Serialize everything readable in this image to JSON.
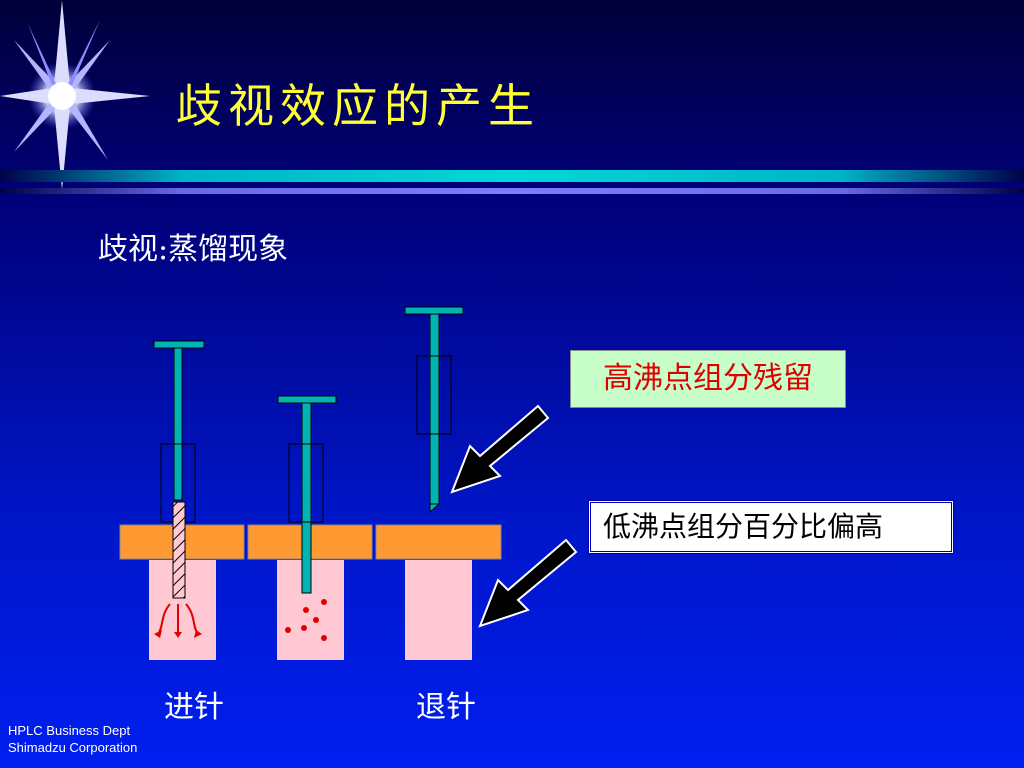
{
  "slide": {
    "title": "歧视效应的产生",
    "subtitle": "歧视:蒸馏现象",
    "label_high_boiling": "高沸点组分残留",
    "label_low_boiling": "低沸点组分百分比偏高",
    "caption_inject": "进针",
    "caption_withdraw": "退针",
    "footer_line1": "HPLC Business Dept",
    "footer_line2": "Shimadzu Corporation"
  },
  "colors": {
    "title": "#ffff33",
    "septum": "#ff9a33",
    "chamber": "#ffc8d2",
    "plunger": "#00b4b4",
    "droplets": "#e00000",
    "green_box": "#c8ffc8"
  },
  "icons": [
    "starburst-icon",
    "arrow-icon"
  ]
}
